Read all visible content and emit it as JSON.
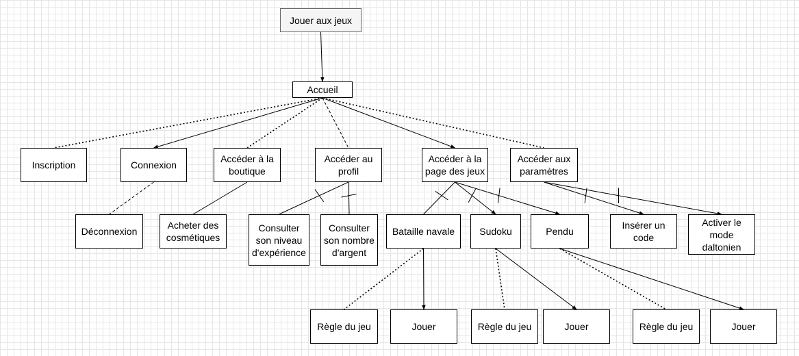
{
  "nodes": {
    "root": "Jouer aux jeux",
    "accueil": "Accueil",
    "inscription": "Inscription",
    "connexion": "Connexion",
    "boutique": "Accéder à la\nboutique",
    "profil": "Accéder au\nprofil",
    "jeux": "Accéder à la\npage des jeux",
    "parametres": "Accéder aux\nparamètres",
    "deconnexion": "Déconnexion",
    "cosmetiques": "Acheter des\ncosmétiques",
    "experience": "Consulter\nson niveau\nd'expérience",
    "argent": "Consulter\nson nombre\nd'argent",
    "bataille": "Bataille navale",
    "sudoku": "Sudoku",
    "pendu": "Pendu",
    "code": "Insérer un\ncode",
    "daltonien": "Activer le\nmode\ndaltonien",
    "regle1": "Règle du jeu",
    "jouer1": "Jouer",
    "regle2": "Règle du jeu",
    "jouer2": "Jouer",
    "regle3": "Règle du jeu",
    "jouer3": "Jouer"
  },
  "edges": [
    {
      "from": "root",
      "to": "accueil",
      "style": "solid",
      "arrow": true
    },
    {
      "from": "accueil",
      "to": "inscription",
      "style": "dotted"
    },
    {
      "from": "accueil",
      "to": "connexion",
      "style": "solid",
      "arrow": true
    },
    {
      "from": "accueil",
      "to": "boutique",
      "style": "dotted"
    },
    {
      "from": "accueil",
      "to": "profil",
      "style": "dashed"
    },
    {
      "from": "accueil",
      "to": "jeux",
      "style": "solid",
      "arrow": true
    },
    {
      "from": "accueil",
      "to": "parametres",
      "style": "dotted"
    },
    {
      "from": "connexion",
      "to": "deconnexion",
      "style": "dashed"
    },
    {
      "from": "boutique",
      "to": "cosmetiques",
      "style": "solid"
    },
    {
      "from": "profil",
      "to": "experience",
      "style": "solid",
      "crossed": true
    },
    {
      "from": "profil",
      "to": "argent",
      "style": "solid",
      "crossed": true
    },
    {
      "from": "jeux",
      "to": "bataille",
      "style": "solid",
      "crossed": true
    },
    {
      "from": "jeux",
      "to": "sudoku",
      "style": "solid",
      "crossed": true,
      "arrow": true
    },
    {
      "from": "jeux",
      "to": "pendu",
      "style": "solid",
      "crossed": true,
      "arrow": true
    },
    {
      "from": "parametres",
      "to": "code",
      "style": "solid",
      "crossed": true,
      "arrow": true
    },
    {
      "from": "parametres",
      "to": "daltonien",
      "style": "solid",
      "crossed": true,
      "arrow": true
    },
    {
      "from": "bataille",
      "to": "regle1",
      "style": "dotted"
    },
    {
      "from": "bataille",
      "to": "jouer1",
      "style": "solid",
      "arrow": true
    },
    {
      "from": "sudoku",
      "to": "regle2",
      "style": "dotted"
    },
    {
      "from": "sudoku",
      "to": "jouer2",
      "style": "solid",
      "arrow": true
    },
    {
      "from": "pendu",
      "to": "regle3",
      "style": "dotted"
    },
    {
      "from": "pendu",
      "to": "jouer3",
      "style": "solid",
      "arrow": true
    }
  ]
}
